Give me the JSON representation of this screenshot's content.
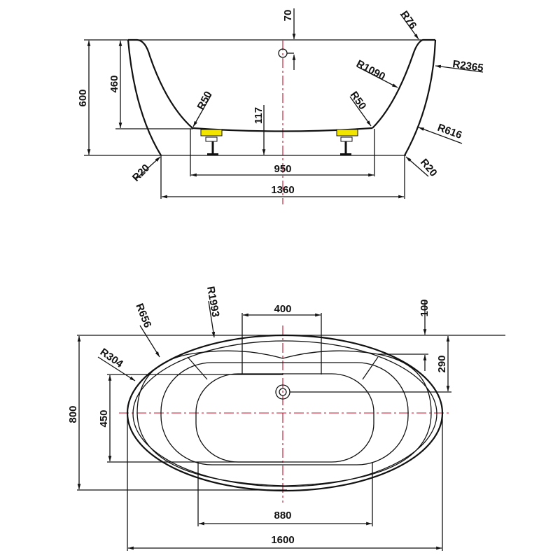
{
  "side_view": {
    "dims": {
      "d70": "70",
      "r76": "R76",
      "r2365": "R2365",
      "r1090": "R1090",
      "d600": "600",
      "d460": "460",
      "r50_left": "R50",
      "r50_right": "R50",
      "d117": "117",
      "r616": "R616",
      "r20_left": "R20",
      "r20_right": "R20",
      "d950": "950",
      "d1360": "1360"
    },
    "foot_color": "#f2e600"
  },
  "top_view": {
    "dims": {
      "r1993": "R1993",
      "r656": "R656",
      "d400": "400",
      "d100": "100",
      "r304": "R304",
      "d290": "290",
      "d800": "800",
      "d450": "450",
      "d880": "880",
      "d1600": "1600"
    }
  }
}
